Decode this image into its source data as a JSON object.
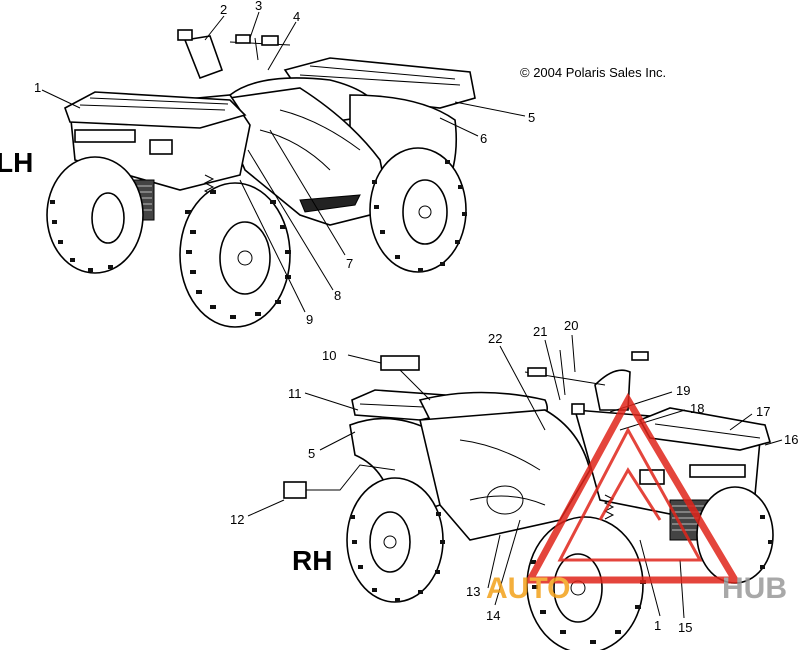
{
  "copyright": "© 2004 Polaris Sales Inc.",
  "views": {
    "lh": "LH",
    "rh": "RH"
  },
  "callouts": {
    "lh": [
      "1",
      "2",
      "3",
      "4",
      "5",
      "6",
      "7",
      "8",
      "9"
    ],
    "rh": [
      "10",
      "11",
      "5",
      "12",
      "13",
      "14",
      "22",
      "21",
      "20",
      "19",
      "18",
      "17",
      "16",
      "1",
      "15"
    ]
  },
  "watermark": {
    "left": "AUTO",
    "right": "HUB",
    "colors": {
      "primary": "#e0251b",
      "secondary": "#f3a21b",
      "gray": "#9a9a9a"
    }
  }
}
